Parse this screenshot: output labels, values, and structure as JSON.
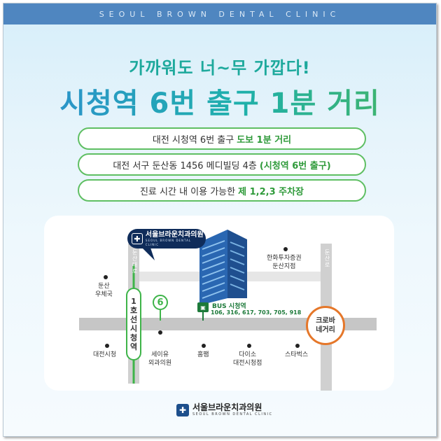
{
  "header": {
    "clinic_en": "SEOUL BROWN DENTAL CLINIC"
  },
  "tagline": "가까워도 너~무 가깝다!",
  "headline": "시청역 6번 출구 1분 거리",
  "info": [
    {
      "text": "대전 시청역 6번 출구",
      "highlight": "도보 1분 거리"
    },
    {
      "text": "대전 서구 둔산동 1456 메디빌딩 4층",
      "highlight": "(시청역 6번 출구)"
    },
    {
      "text": "진료 시간 내 이용 가능한",
      "highlight": "제 1,2,3 주차장"
    }
  ],
  "map": {
    "logo_ko": "서울브라운치과의원",
    "logo_en": "SEOUL BROWN DENTAL CLINIC",
    "road_left": "둔산대로",
    "road_right": "둔산로",
    "line1": [
      "1",
      "호",
      "선",
      "시",
      "청",
      "역"
    ],
    "exit_number": "6",
    "bus_title": "BUS 시청역",
    "bus_routes": "106, 316, 617, 703, 705, 918",
    "corner": [
      "크로바",
      "네거리"
    ],
    "places": {
      "post_office": [
        "둔산",
        "우체국"
      ],
      "hanwha": [
        "한화투자증권",
        "둔산지점"
      ],
      "city_hall": "대전시청",
      "sayu": [
        "세이유",
        "외과의원"
      ],
      "homeplus": "홈팸",
      "daiso": [
        "다이소",
        "대전시청점"
      ],
      "starbucks": "스타벅스"
    }
  },
  "footer": {
    "logo_ko": "서울브라운치과의원",
    "logo_en": "SEOUL BROWN DENTAL CLINIC"
  },
  "colors": {
    "green": "#3eb449",
    "navy": "#0f2c5a",
    "orange": "#e5772a",
    "band": "#4f86c0",
    "road": "#c6c6c6"
  }
}
